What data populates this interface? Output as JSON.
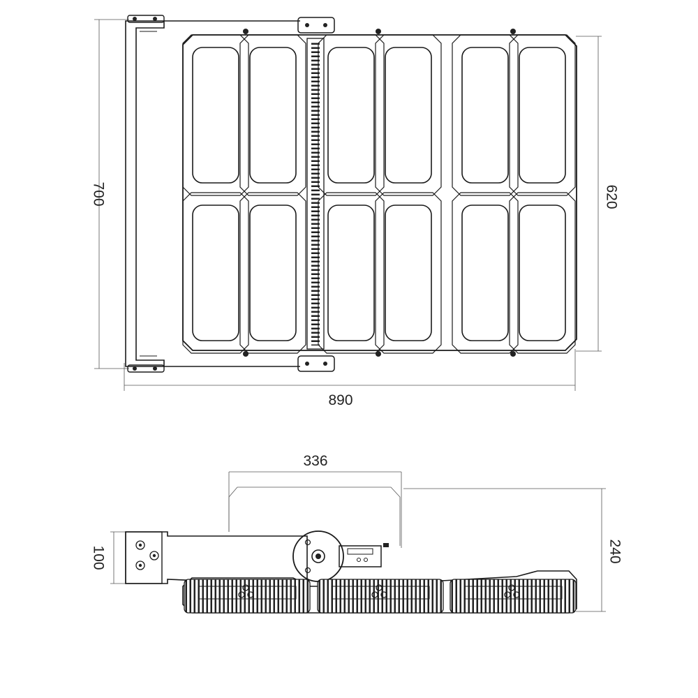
{
  "front_view": {
    "overall_height": "700",
    "module_height": "620",
    "overall_width": "890",
    "module_grid": {
      "columns": 6,
      "rows": 2
    }
  },
  "side_view": {
    "bracket_depth": "336",
    "bracket_height": "100",
    "overall_height": "240",
    "module_count": 3
  }
}
